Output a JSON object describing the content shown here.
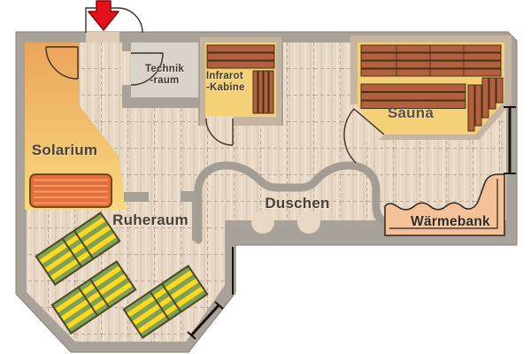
{
  "plan": {
    "type": "wellness-area-floorplan",
    "rooms": [
      {
        "key": "solarium",
        "label": "Solarium"
      },
      {
        "key": "technikraum",
        "label": "Technik\n-raum"
      },
      {
        "key": "infrarot-kabine",
        "label": "Infrarot\n-Kabine"
      },
      {
        "key": "sauna",
        "label": "Sauna"
      },
      {
        "key": "ruheraum",
        "label": "Ruheraum"
      },
      {
        "key": "duschen",
        "label": "Duschen"
      },
      {
        "key": "waermebank",
        "label": "Wärmebank"
      }
    ],
    "entrance": {
      "marker": "red-arrow-down"
    },
    "furniture": {
      "ruheraum_loungers": 3,
      "solarium_sunbeds": 1,
      "sauna_benches": "wood slats",
      "infrarot_benches": "wood slats"
    },
    "colors": {
      "floor": "#e8d8c6",
      "walls": "#a9a29a",
      "sauna_wall_trim": "#c6b6a1",
      "room_yellow": "#f4d077",
      "solarium_gradient_top": "#eca45a",
      "solarium_gradient_bottom": "#f7d97e",
      "wood_bench": "#b2603e",
      "waermebank_fill": "#f5c198",
      "lounger_green": "#7fa055",
      "lounger_yellow": "#ffd91c",
      "sunbed_orange": "#e56f3c",
      "technik_floor": "#dad3ca",
      "arrow_red": "#e31119"
    }
  }
}
